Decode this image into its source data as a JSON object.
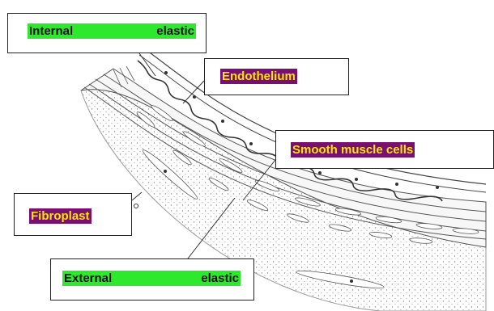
{
  "labels": {
    "internal_elastic": {
      "word1": "Internal",
      "word2": "elastic"
    },
    "endothelium": "Endothelium",
    "smooth_muscle": "Smooth muscle cells",
    "fibroplast": "Fibroplast",
    "external_elastic": {
      "word1": "External",
      "word2": "elastic"
    }
  },
  "colors": {
    "green_tag": "#2ee82e",
    "purple_tag": "#7a0f72",
    "purple_tag_text": "#ffe600"
  }
}
